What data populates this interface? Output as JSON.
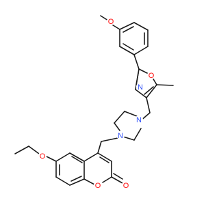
{
  "atom_labels": {
    "methoxy_o": "O",
    "oxazole_o": "O",
    "oxazole_n": "N",
    "piperazine_n_top": "N",
    "piperazine_n_bottom": "N",
    "ethoxy_o": "O",
    "coumarin_ring_o": "O",
    "carbonyl_o": "O"
  },
  "colors": {
    "bond": "#1a1a1a",
    "oxygen": "#ff0d0d",
    "nitrogen": "#3050f8",
    "background": "#ffffff"
  }
}
